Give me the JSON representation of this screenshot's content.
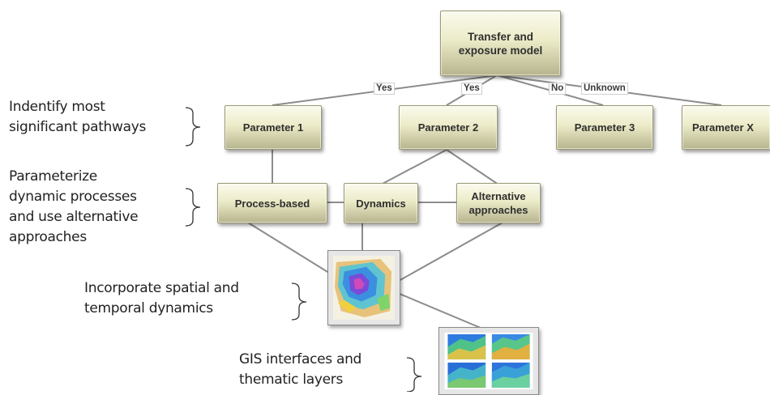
{
  "nodes": {
    "root": "Transfer and exposure model",
    "param1": "Parameter 1",
    "param2": "Parameter 2",
    "param3": "Parameter 3",
    "paramx": "Parameter X",
    "process": "Process-based",
    "dynamics": "Dynamics",
    "alt": "Alternative approaches"
  },
  "edge_labels": {
    "yes1": "Yes",
    "yes2": "Yes",
    "no": "No",
    "unknown": "Unknown"
  },
  "annotations": {
    "pathways": [
      "Indentify most",
      "significant pathways"
    ],
    "parameterize": [
      "Parameterize",
      "dynamic processes",
      "and use alternative",
      "approaches"
    ],
    "spatial": [
      "Incorporate spatial and",
      "temporal dynamics"
    ],
    "gis": [
      "GIS interfaces and",
      "thematic layers"
    ]
  },
  "colors": {
    "box_top": "#fbfbee",
    "box_bottom": "#b7b58e",
    "line": "#8c8c8c"
  },
  "icons": {
    "spatial_map": "contour-map-thumbnail",
    "gis_layers": "four-panel-map-thumbnail"
  }
}
